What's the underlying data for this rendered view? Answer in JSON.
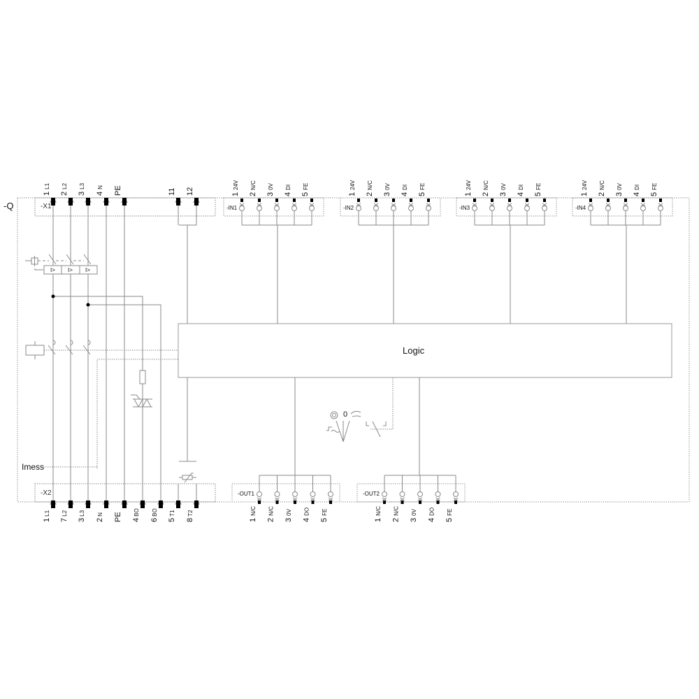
{
  "device": {
    "label": "-Q"
  },
  "logic_block": {
    "label": "Logic"
  },
  "imess_label": "Imess",
  "x1": {
    "label": "-X1",
    "terminals": [
      {
        "num": "1",
        "sig": "L1"
      },
      {
        "num": "2",
        "sig": "L2"
      },
      {
        "num": "3",
        "sig": "L3"
      },
      {
        "num": "4",
        "sig": "N"
      },
      {
        "num": "PE",
        "sig": ""
      },
      {
        "num": "11",
        "sig": ""
      },
      {
        "num": "12",
        "sig": ""
      }
    ]
  },
  "x2": {
    "label": "-X2",
    "terminals": [
      {
        "num": "1",
        "sig": "L1"
      },
      {
        "num": "7",
        "sig": "L2"
      },
      {
        "num": "3",
        "sig": "L3"
      },
      {
        "num": "2",
        "sig": "N"
      },
      {
        "num": "PE",
        "sig": ""
      },
      {
        "num": "4",
        "sig": "BO"
      },
      {
        "num": "6",
        "sig": "BO"
      },
      {
        "num": "5",
        "sig": "T1"
      },
      {
        "num": "8",
        "sig": "T2"
      }
    ]
  },
  "inputs": [
    {
      "label": "-IN1",
      "pins": [
        {
          "num": "1",
          "sig": "24V"
        },
        {
          "num": "2",
          "sig": "N/C"
        },
        {
          "num": "3",
          "sig": "0V"
        },
        {
          "num": "4",
          "sig": "DI"
        },
        {
          "num": "5",
          "sig": "FE"
        }
      ]
    },
    {
      "label": "-IN2",
      "pins": [
        {
          "num": "1",
          "sig": "24V"
        },
        {
          "num": "2",
          "sig": "N/C"
        },
        {
          "num": "3",
          "sig": "0V"
        },
        {
          "num": "4",
          "sig": "DI"
        },
        {
          "num": "5",
          "sig": "FE"
        }
      ]
    },
    {
      "label": "-IN3",
      "pins": [
        {
          "num": "1",
          "sig": "24V"
        },
        {
          "num": "2",
          "sig": "N/C"
        },
        {
          "num": "3",
          "sig": "0V"
        },
        {
          "num": "4",
          "sig": "DI"
        },
        {
          "num": "5",
          "sig": "FE"
        }
      ]
    },
    {
      "label": "-IN4",
      "pins": [
        {
          "num": "1",
          "sig": "24V"
        },
        {
          "num": "2",
          "sig": "N/C"
        },
        {
          "num": "3",
          "sig": "0V"
        },
        {
          "num": "4",
          "sig": "DI"
        },
        {
          "num": "5",
          "sig": "FE"
        }
      ]
    }
  ],
  "outputs": [
    {
      "label": "-OUT1",
      "pins": [
        {
          "num": "1",
          "sig": "N/C"
        },
        {
          "num": "2",
          "sig": "N/C"
        },
        {
          "num": "3",
          "sig": "0V"
        },
        {
          "num": "4",
          "sig": "DO"
        },
        {
          "num": "5",
          "sig": "FE"
        }
      ]
    },
    {
      "label": "-OUT2",
      "pins": [
        {
          "num": "1",
          "sig": "N/C"
        },
        {
          "num": "2",
          "sig": "N/C"
        },
        {
          "num": "3",
          "sig": "0V"
        },
        {
          "num": "4",
          "sig": "DO"
        },
        {
          "num": "5",
          "sig": "FE"
        }
      ]
    }
  ],
  "selector": {
    "zero_label": "0"
  },
  "breaker": {
    "trip_labels": [
      "I>",
      "I>",
      "I>"
    ]
  },
  "colors": {
    "line": "#888888",
    "terminal": "#000000",
    "dotted": "#999999",
    "text": "#111111"
  }
}
